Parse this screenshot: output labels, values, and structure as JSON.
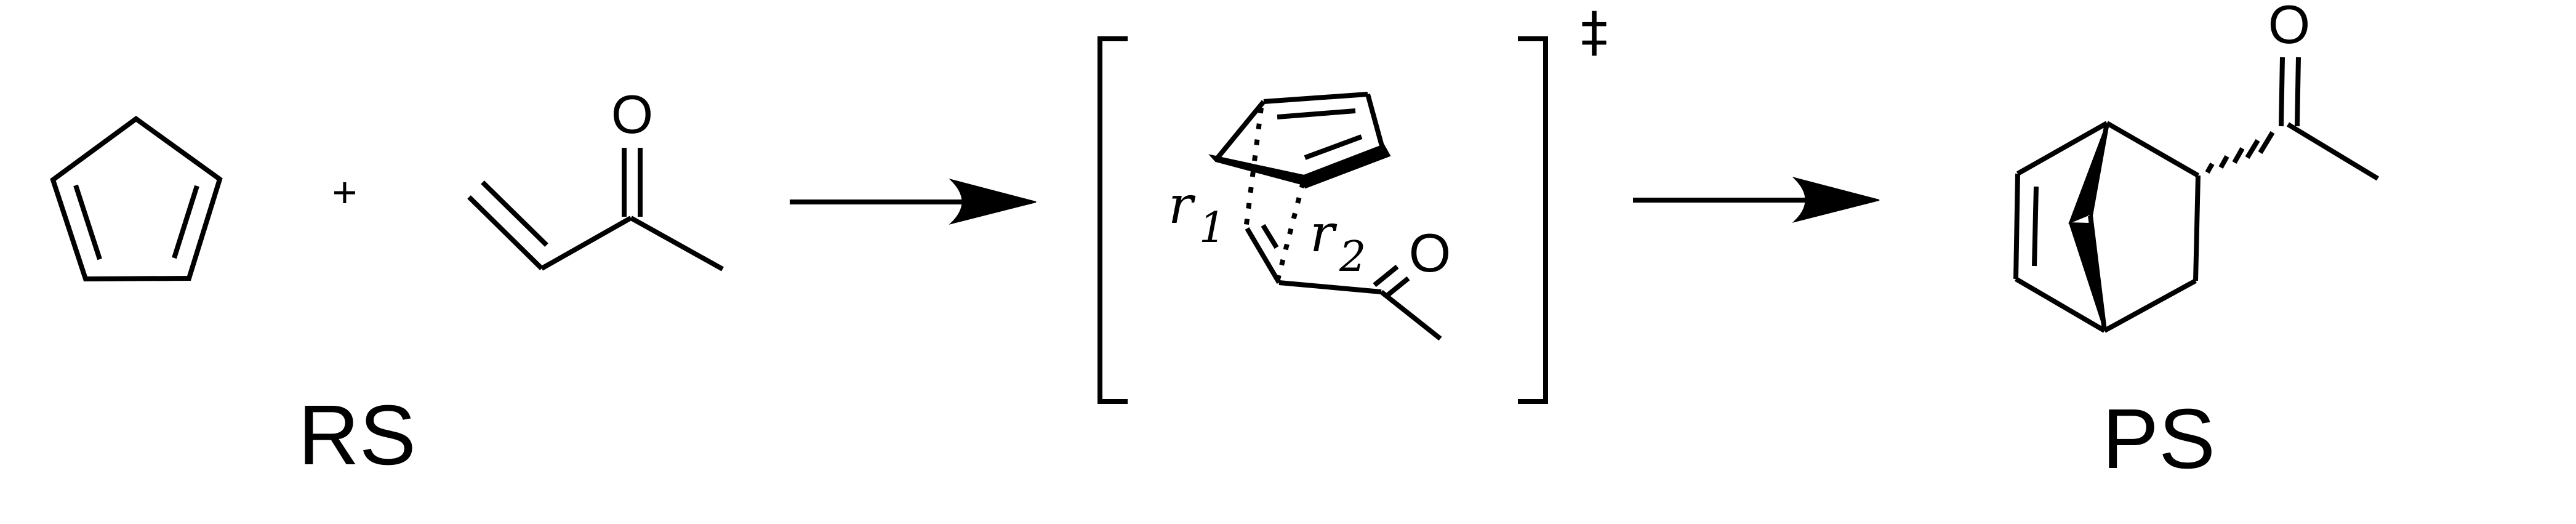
{
  "reactants": {
    "plus_sign": "+",
    "oxygen_label": "O",
    "state_label": "RS"
  },
  "transition_state": {
    "oxygen_label": "O",
    "coord_r1_symbol": "r",
    "coord_r1_subscript": "1",
    "coord_r2_symbol": "r",
    "coord_r2_subscript": "2",
    "double_dagger": "‡"
  },
  "product": {
    "oxygen_label": "O",
    "state_label": "PS"
  }
}
